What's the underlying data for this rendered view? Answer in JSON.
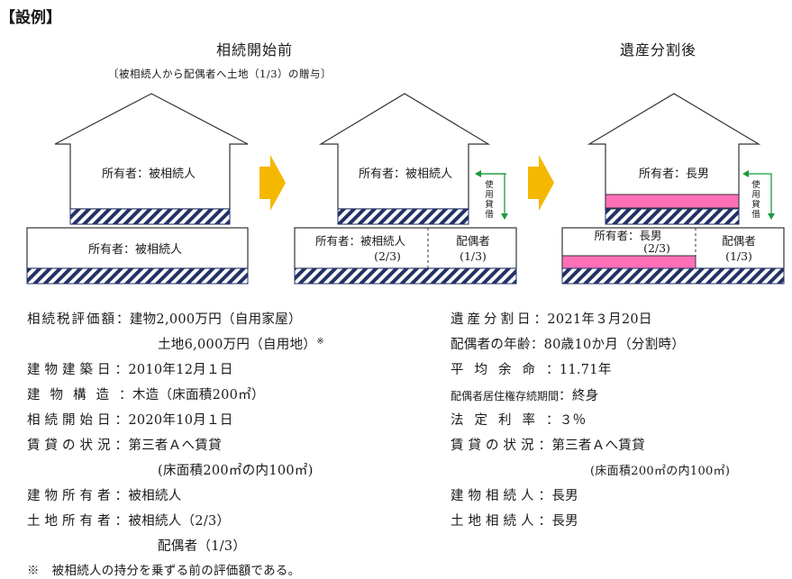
{
  "heading": "【設例】",
  "diagram": {
    "title_before": "相続開始前",
    "subtitle_before": "〔被相続人から配偶者へ土地（1/3）の贈与〕",
    "title_after": "遺産分割後",
    "house1": {
      "building_owner": "所有者：被相続人",
      "land_owner": "所有者：被相続人"
    },
    "house2": {
      "building_owner": "所有者：被相続人",
      "land_left": "所有者：被相続人",
      "land_left_share": "(2/3)",
      "land_right": "配偶者",
      "land_right_share": "(1/3)",
      "usage_loan": [
        "使",
        "用",
        "貸",
        "借"
      ]
    },
    "house3": {
      "building_owner": "所有者：長男",
      "land_left": "所有者：長男",
      "land_left_share": "(2/3)",
      "land_right": "配偶者",
      "land_right_share": "(1/3)",
      "usage_loan": [
        "使",
        "用",
        "貸",
        "借"
      ]
    },
    "colors": {
      "arrow": "#f5b800",
      "arrow_green": "#1a9a3c",
      "pink": "#ff70b8",
      "hatch": "#233266"
    }
  },
  "facts_left": {
    "eval_label": "相続税評価額",
    "eval_building": "建物2,000万円（自用家屋）",
    "eval_land": "土地6,000万円（自用地）",
    "eval_land_mark": "※",
    "built_label": "建物建築日",
    "built_value": "2010年12月１日",
    "structure_label": "建物構造",
    "structure_value": "木造（床面積200㎡）",
    "start_label": "相続開始日",
    "start_value": "2020年10月１日",
    "lease_label": "賃貸の状況",
    "lease_value": "第三者Ａへ賃貸",
    "lease_detail": "(床面積200㎡の内100㎡)",
    "bowner_label": "建物所有者",
    "bowner_value": "被相続人",
    "lowner_label": "土地所有者",
    "lowner_value1": "被相続人（2/3）",
    "lowner_value2": "配偶者（1/3）"
  },
  "facts_right": {
    "division_label": "遺産分割日",
    "division_value": "2021年３月20日",
    "age_label": "配偶者の年齢",
    "age_value": "80歳10か月（分割時）",
    "life_label": "平均余命",
    "life_value": "11.71年",
    "residence_label": "配偶者居住権存続期間",
    "residence_value": "終身",
    "rate_label": "法定利率",
    "rate_value": "３％",
    "lease_label": "賃貸の状況",
    "lease_value": "第三者Ａへ賃貸",
    "lease_detail": "(床面積200㎡の内100㎡)",
    "bheir_label": "建物相続人",
    "bheir_value": "長男",
    "lheir_label": "土地相続人",
    "lheir_value": "長男"
  },
  "footnote": "※　被相続人の持分を乗ずる前の評価額である。"
}
